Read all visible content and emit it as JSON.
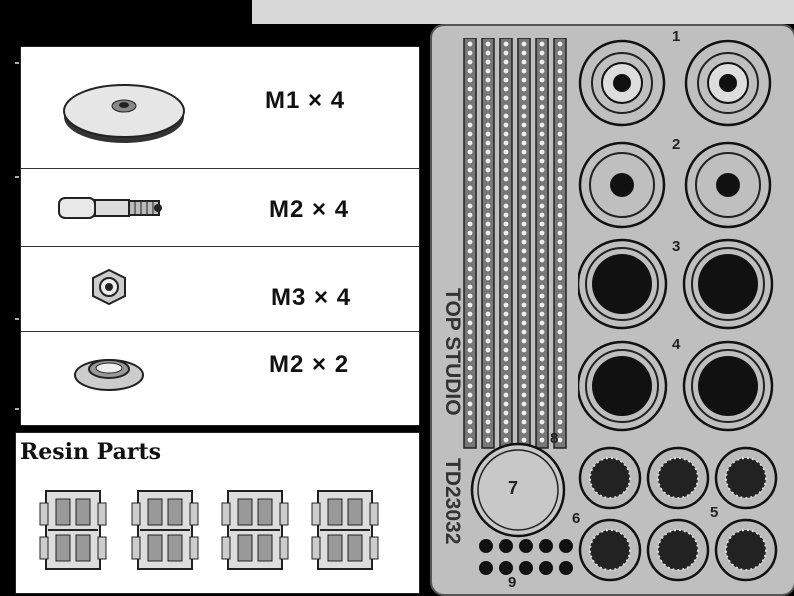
{
  "parts": [
    {
      "label": "M1 × 4"
    },
    {
      "label": "M2 × 4"
    },
    {
      "label": "M3 × 4"
    },
    {
      "label": "M2 × 2"
    }
  ],
  "resin": {
    "title": "Resin Parts"
  },
  "fret": {
    "brand": "TOP STUDIO",
    "code": "TD23032",
    "part_numbers": [
      "1",
      "2",
      "3",
      "4",
      "5",
      "6",
      "7",
      "8",
      "9"
    ]
  },
  "colors": {
    "fret_bg": "#bfbfbf",
    "ink": "#222222",
    "panel_bg": "#ffffff"
  }
}
